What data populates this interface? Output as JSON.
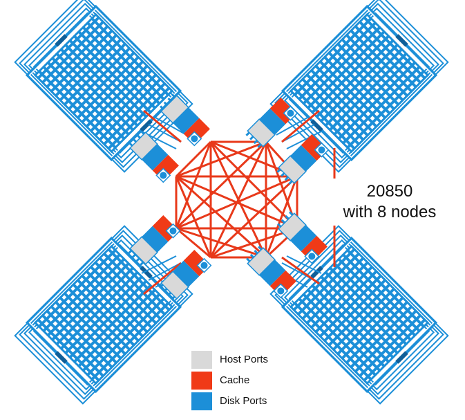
{
  "diagram": {
    "title_line1": "20850",
    "title_line2": "with 8 nodes"
  },
  "legend": [
    {
      "label": "Host Ports",
      "color": "#d9d9d9"
    },
    {
      "label": "Cache",
      "color": "#f03a17"
    },
    {
      "label": "Disk Ports",
      "color": "#1c8fd8"
    }
  ],
  "colors": {
    "disk": "#1c8fd8",
    "disk_dark": "#0f5f99",
    "host": "#d9d9d9",
    "cache": "#f03a17",
    "interconnect": "#e8391a",
    "logo": "#1c8fd8"
  },
  "node_logo_icon": "hp-logo-icon",
  "disk_shelf_icon": "disk-shelf-icon"
}
